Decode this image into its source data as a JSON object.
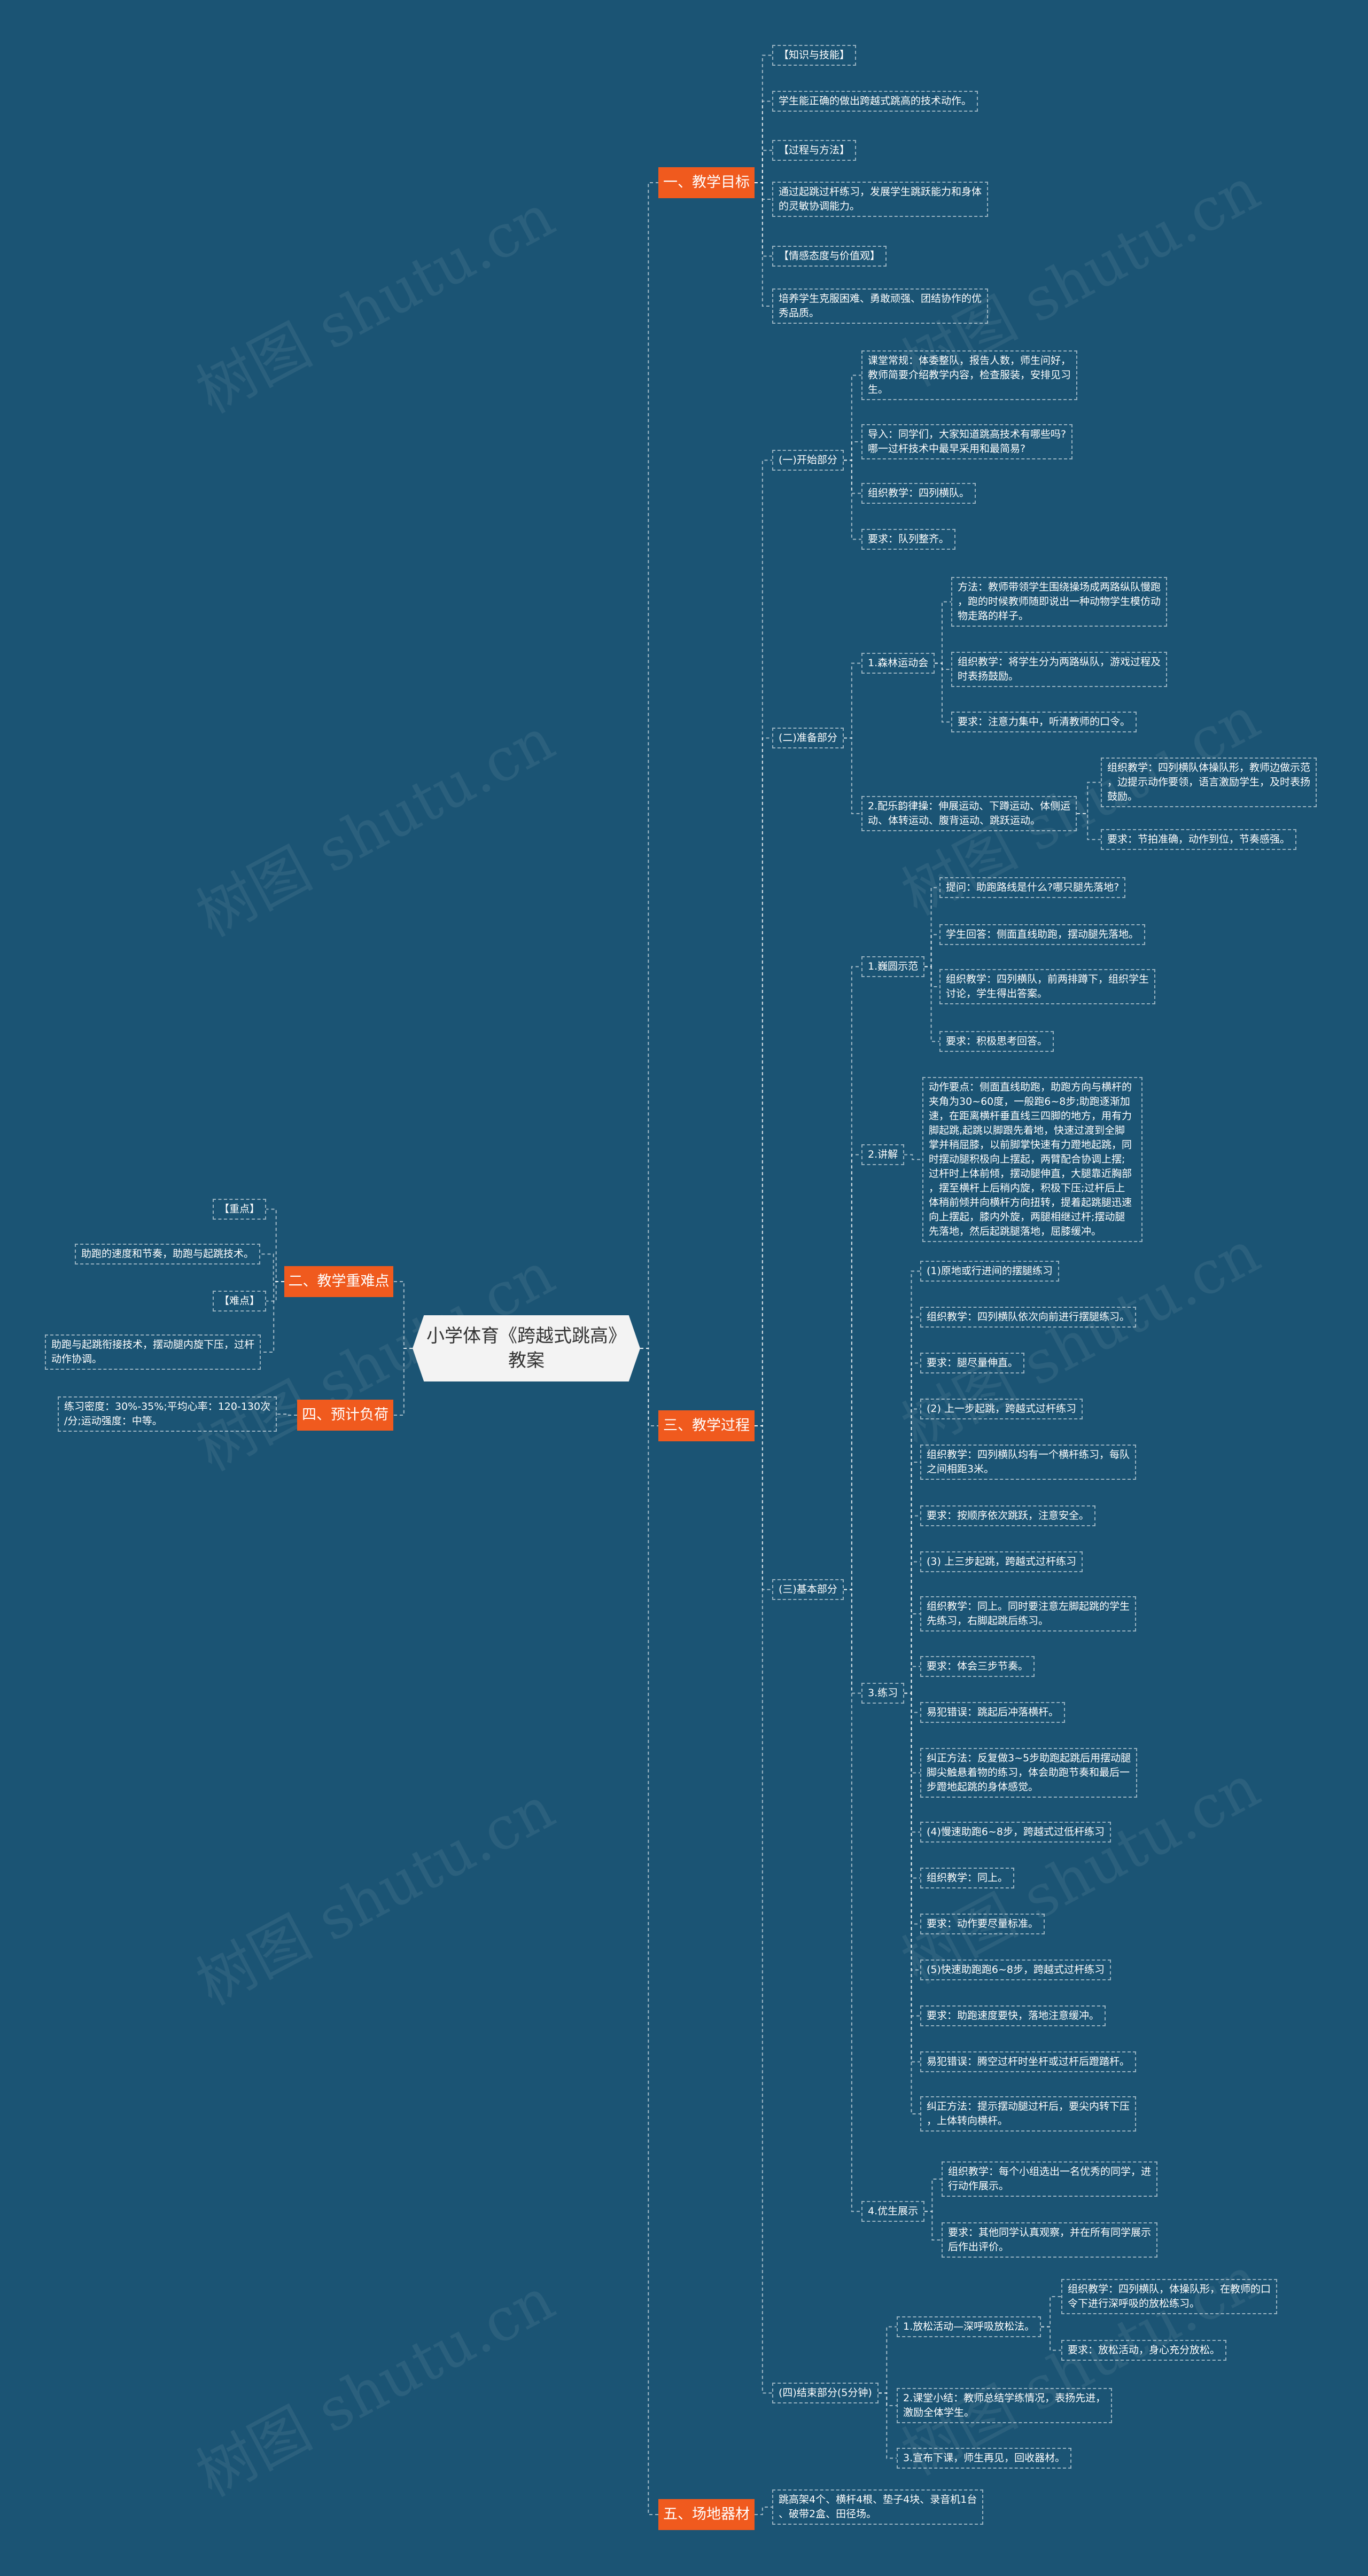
{
  "root": {
    "label": "小学体育《跨越式跳高》\n教案"
  },
  "watermark": "树图 shutu.cn",
  "branches": {
    "b1": {
      "label": "一、教学目标"
    },
    "b2": {
      "label": "二、教学重难点"
    },
    "b3": {
      "label": "三、教学过程"
    },
    "b4": {
      "label": "四、预计负荷"
    },
    "b5": {
      "label": "五、场地器材"
    }
  },
  "goals": {
    "g1": "【知识与技能】",
    "g2": "学生能正确的做出跨越式跳高的技术动作。",
    "g3": "【过程与方法】",
    "g4": "通过起跳过杆练习，发展学生跳跃能力和身体\n的灵敏协调能力。",
    "g5": "【情感态度与价值观】",
    "g6": "培养学生克服困难、勇敢顽强、团结协作的优\n秀品质。"
  },
  "keypoints": {
    "k1": "【重点】",
    "k2": "助跑的速度和节奏，助跑与起跳技术。",
    "k3": "【难点】",
    "k4": "助跑与起跳衔接技术，摆动腿内旋下压，过杆\n动作协调。"
  },
  "load": {
    "l1": "练习密度：30%-35%;平均心率：120-130次\n/分;运动强度：中等。"
  },
  "venue": {
    "v1": "跳高架4个、横杆4根、垫子4块、录音机1台\n、破带2盒、田径场。"
  },
  "process": {
    "s1": "(一)开始部分",
    "s1a": "课堂常规：体委整队，报告人数，师生问好，\n教师简要介绍教学内容，检查服装，安排见习\n生。",
    "s1b": "导入：同学们，大家知道跳高技术有哪些吗?\n哪一过杆技术中最早采用和最简易?",
    "s1c": "组织教学：四列横队。",
    "s1d": "要求：队列整齐。",
    "s2": "(二)准备部分",
    "s2a": "1.森林运动会",
    "s2a1": "方法：教师带领学生围绕操场成两路纵队慢跑\n，跑的时候教师随即说出一种动物学生模仿动\n物走路的样子。",
    "s2a2": "组织教学：将学生分为两路纵队，游戏过程及\n时表扬鼓励。",
    "s2a3": "要求：注意力集中，听清教师的口令。",
    "s2b": "2.配乐韵律操：伸展运动、下蹲运动、体侧运\n动、体转运动、腹背运动、跳跃运动。",
    "s2b1": "组织教学：四列横队体操队形，教师边做示范\n，边提示动作要领，语言激励学生，及时表扬\n鼓励。",
    "s2b2": "要求：节拍准确，动作到位，节奏感强。",
    "s3": "(三)基本部分",
    "s3a": "1.巍圆示范",
    "s3a1": "提问：助跑路线是什么?哪只腿先落地?",
    "s3a2": "学生回答：侧面直线助跑，摆动腿先落地。",
    "s3a3": "组织教学：四列横队，前两排蹲下，组织学生\n讨论，学生得出答案。",
    "s3a4": "要求：积极思考回答。",
    "s3b": "2.讲解",
    "s3b1": "动作要点：侧面直线助跑，助跑方向与横杆的\n夹角为30~60度，一般跑6~8步;助跑逐渐加\n速，在距离横杆垂直线三四脚的地方，用有力\n脚起跳,起跳以脚跟先着地，快速过渡到全脚\n掌并稍屈膝，以前脚掌快速有力蹬地起跳，同\n时摆动腿积极向上摆起，两臂配合协调上摆;\n过杆时上体前倾，摆动腿伸直，大腿靠近胸部\n，摆至横杆上后稍内旋，积极下压;过杆后上\n体稍前倾并向横杆方向扭转，提着起跳腿迅速\n向上摆起，膝内外旋，两腿相继过杆;摆动腿\n先落地，然后起跳腿落地，屈膝缓冲。",
    "s3c": "3.练习",
    "s3c1": "(1)原地或行进间的摆腿练习",
    "s3c2": "组织教学：四列横队依次向前进行摆腿练习。",
    "s3c3": "要求：腿尽量伸直。",
    "s3c4": "(2) 上一步起跳，跨越式过杆练习",
    "s3c5": "组织教学：四列横队均有一个横杆练习，每队\n之间相距3米。",
    "s3c6": "要求：按顺序依次跳跃，注意安全。",
    "s3c7": "(3) 上三步起跳，跨越式过杆练习",
    "s3c8": "组织教学：同上。同时要注意左脚起跳的学生\n先练习，右脚起跳后练习。",
    "s3c9": "要求：体会三步节奏。",
    "s3c10": "易犯错误：跳起后冲落横杆。",
    "s3c11": "纠正方法：反复做3~5步助跑起跳后用摆动腿\n脚尖触悬着物的练习，体会助跑节奏和最后一\n步蹬地起跳的身体感觉。",
    "s3c12": "(4)慢速助跑6~8步，跨越式过低杆练习",
    "s3c13": "组织教学：同上。",
    "s3c14": "要求：动作要尽量标准。",
    "s3c15": "(5)快速助跑跑6~8步，跨越式过杆练习",
    "s3c16": "要求：助跑速度要快，落地注意缓冲。",
    "s3c17": "易犯错误：腾空过杆时坐杆或过杆后蹬踏杆。",
    "s3c18": "纠正方法：提示摆动腿过杆后，要尖内转下压\n，上体转向横杆。",
    "s3d": "4.优生展示",
    "s3d1": "组织教学：每个小组选出一名优秀的同学，进\n行动作展示。",
    "s3d2": "要求：其他同学认真观察，并在所有同学展示\n后作出评价。",
    "s4": "(四)结束部分(5分钟)",
    "s4a": "1.放松活动—深呼吸放松法。",
    "s4a1": "组织教学：四列横队，体操队形，在教师的口\n令下进行深呼吸的放松练习。",
    "s4a2": "要求：放松活动，身心充分放松。",
    "s4b": "2.课堂小结：教师总结学练情况，表扬先进，\n激励全体学生。",
    "s4c": "3.宣布下课，师生再见，回收器材。"
  }
}
